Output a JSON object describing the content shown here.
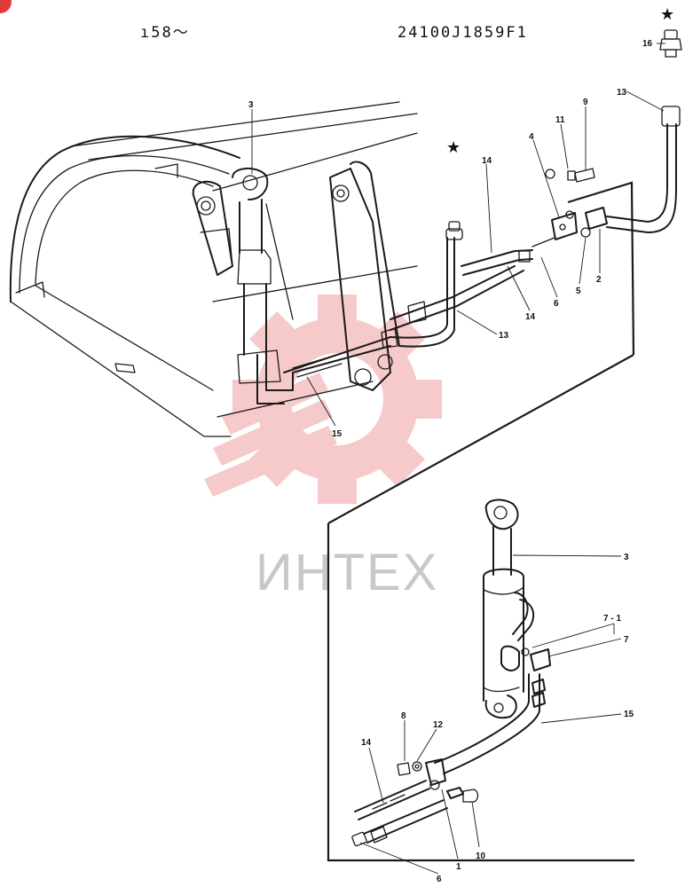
{
  "header": {
    "serial": "ı58〜",
    "part_code": "24100J1859F1"
  },
  "watermark": {
    "text": "ИНТЕХ",
    "color": "#f0a0a0"
  },
  "symbols": {
    "star": "★"
  },
  "callouts": {
    "top_left": [
      "3",
      "15"
    ],
    "top_right": [
      "16",
      "13",
      "9",
      "11",
      "4",
      "14",
      "2",
      "5",
      "6",
      "14",
      "13"
    ],
    "detail": [
      "3",
      "7 - 1",
      "7",
      "15",
      "8",
      "12",
      "14",
      "10",
      "1",
      "6"
    ]
  },
  "icons": {
    "corner_badge": "red-circle-icon",
    "marker": "star-icon"
  }
}
